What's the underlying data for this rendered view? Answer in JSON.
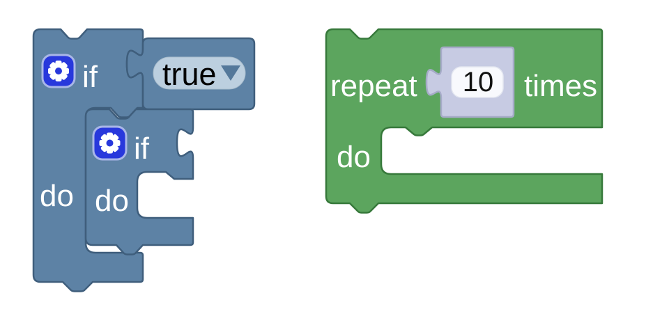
{
  "colors": {
    "workspace_bg": "#ffffff",
    "logic_fill": "#5d82a5",
    "logic_border": "#3f5e7c",
    "loop_fill": "#5ca55e",
    "loop_border": "#37793b",
    "gear_fill": "#2838dc",
    "gear_border": "#a9b6e8",
    "gear_glyph": "#ffffff",
    "dropdown_fill": "#bccfdf",
    "dropdown_text": "#000000",
    "dropdown_arrow": "#54789a",
    "shadow_fill": "#c7cbe3",
    "shadow_border": "#a6abc8",
    "field_fill": "#f8f9fd",
    "field_text": "#111111",
    "label_text": "#ffffff"
  },
  "outer_if_block": {
    "keyword": "if",
    "do_label": "do",
    "condition": {
      "dropdown_value": "true"
    }
  },
  "inner_if_block": {
    "keyword": "if",
    "do_label": "do"
  },
  "repeat_block": {
    "keyword": "repeat",
    "times_label": "times",
    "do_label": "do",
    "count_field": {
      "value": "10"
    }
  }
}
